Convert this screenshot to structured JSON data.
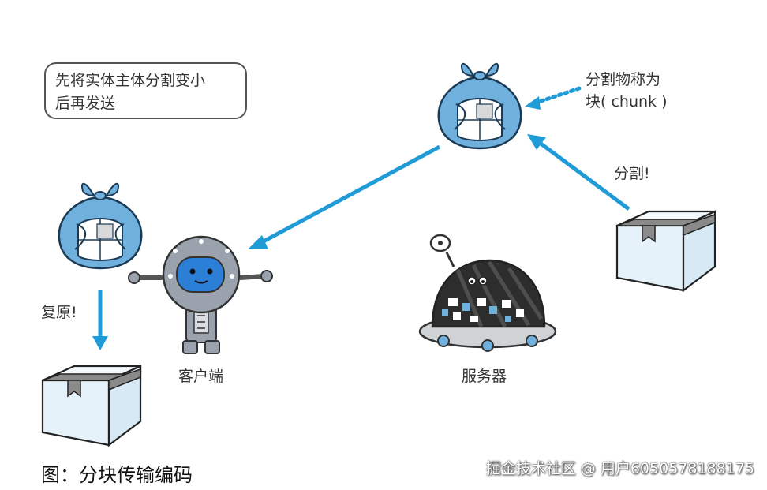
{
  "note_box": {
    "line1": "先将实体主体分割变小",
    "line2": "后再发送"
  },
  "chunk_label": {
    "line1": "分割物称为",
    "line2": "块( chunk )"
  },
  "split_label": "分割!",
  "restore_label": "复原!",
  "client_label": "客户端",
  "server_label": "服务器",
  "caption": "图：分块传输编码",
  "watermark": "掘金技术社区 @ 用户6050578188175",
  "colors": {
    "arrow_blue": "#1f9bd7",
    "bundle_blue": "#6fb0dc",
    "box_blue": "#e6f2fa",
    "tape_gray": "#8a8a8a",
    "robot_blue": "#2b7fd6",
    "robot_gray": "#9aa3ad",
    "server_dark": "#2d2d2d"
  }
}
